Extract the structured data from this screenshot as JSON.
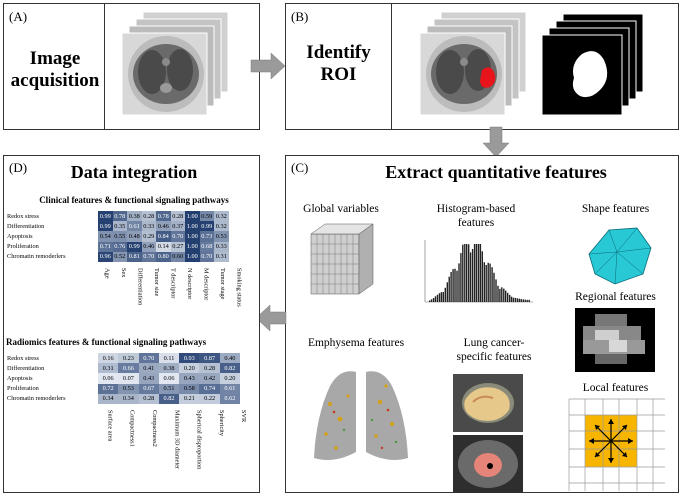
{
  "panels": {
    "a": {
      "label": "(A)",
      "title_line1": "Image",
      "title_line2": "acquisition"
    },
    "b": {
      "label": "(B)",
      "title_line1": "Identify",
      "title_line2": "ROI"
    },
    "c": {
      "label": "(C)",
      "title": "Extract quantitative features",
      "features": {
        "global": "Global variables",
        "histogram_line1": "Histogram-based",
        "histogram_line2": "features",
        "shape": "Shape features",
        "regional": "Regional features",
        "emphysema": "Emphysema features",
        "lung_line1": "Lung cancer-",
        "lung_line2": "specific features",
        "local": "Local features"
      }
    },
    "d": {
      "label": "(D)",
      "title": "Data integration",
      "clinical": {
        "subtitle": "Clinical features & functional signaling pathways",
        "rows": [
          "Redox stress",
          "Differentiation",
          "Apoptosis",
          "Proliferation",
          "Chromatin remoderlers"
        ],
        "columns": [
          "Age",
          "Sex",
          "Differentiation",
          "Tumor size",
          "T descriptor",
          "N descriptor",
          "M descriptor",
          "Tumor stage",
          "Smoking status"
        ],
        "values": [
          [
            "0.99",
            "0.78",
            "0.38",
            "0.28",
            "0.78",
            "0.28",
            "1.00",
            "0.59",
            "0.32"
          ],
          [
            "0.99",
            "0.35",
            "0.61",
            "0.33",
            "0.46",
            "0.37",
            "1.00",
            "0.99",
            "0.32"
          ],
          [
            "0.54",
            "0.55",
            "0.48",
            "0.29",
            "0.84",
            "0.70",
            "1.00",
            "0.73",
            "0.53"
          ],
          [
            "0.71",
            "0.76",
            "0.99",
            "0.46",
            "0.14",
            "0.27",
            "1.00",
            "0.68",
            "0.33"
          ],
          [
            "0.96",
            "0.52",
            "0.81",
            "0.70",
            "0.80",
            "0.60",
            "1.00",
            "0.70",
            "0.31"
          ]
        ]
      },
      "radiomics": {
        "subtitle": "Radiomics features & functional signaling pathways",
        "rows": [
          "Redox stress",
          "Differentiation",
          "Apoptosis",
          "Proliferation",
          "Chromatin remoderlers"
        ],
        "columns": [
          "Surface area",
          "Compactness1",
          "Compactness2",
          "Maximum 3D diameter",
          "Spherical disproportion",
          "Sphericity",
          "SVR"
        ],
        "values": [
          [
            "0.16",
            "0.23",
            "0.70",
            "0.11",
            "0.93",
            "0.87",
            "0.40"
          ],
          [
            "0.31",
            "0.66",
            "0.41",
            "0.38",
            "0.20",
            "0.28",
            "0.82"
          ],
          [
            "0.06",
            "0.07",
            "0.43",
            "0.06",
            "0.43",
            "0.42",
            "0.20"
          ],
          [
            "0.72",
            "0.53",
            "0.67",
            "0.51",
            "0.58",
            "0.74",
            "0.61"
          ],
          [
            "0.34",
            "0.34",
            "0.28",
            "0.82",
            "0.21",
            "0.22",
            "0.62"
          ]
        ]
      }
    }
  },
  "colors": {
    "arrow": "#9a9a9a",
    "roi_red": "#e8141c",
    "heat_low": "#eef3f9",
    "heat_high": "#233f70",
    "shape_cyan": "#28c8d4",
    "local_orange": "#f7b500",
    "lesion_pink": "#e58478"
  }
}
